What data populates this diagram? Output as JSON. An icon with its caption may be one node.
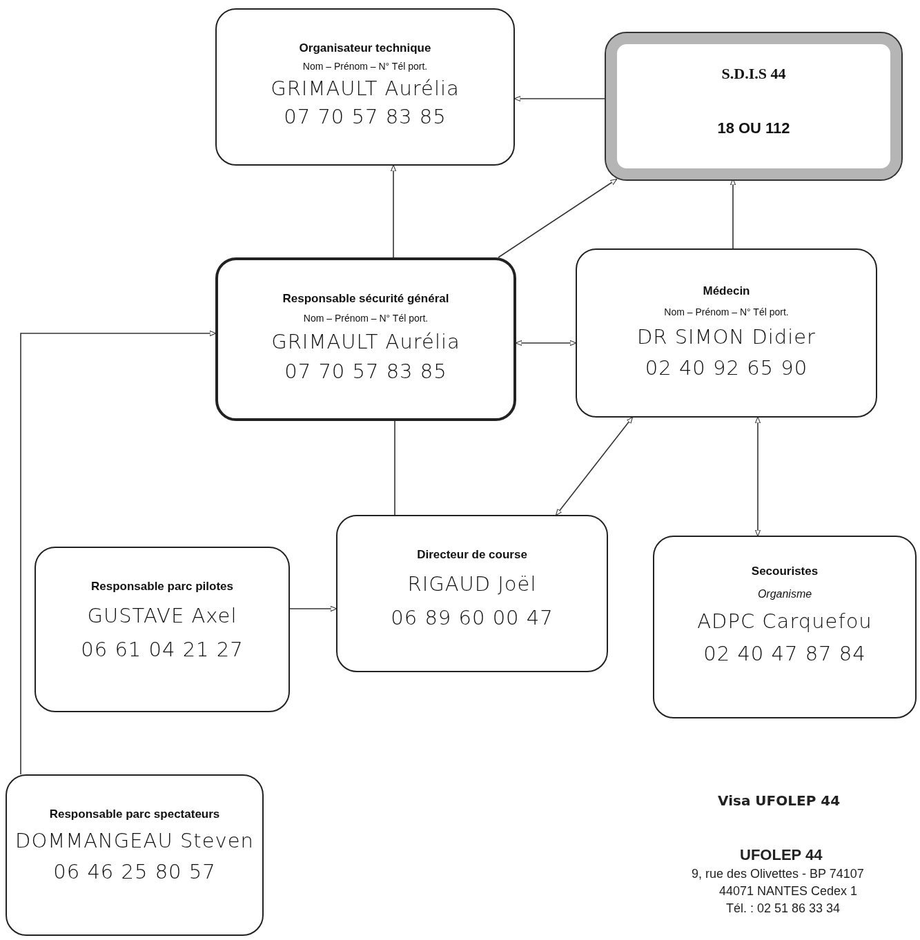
{
  "diagram": {
    "nodes": [
      {
        "text": [
          "Organisateur technique",
          "Nom – Prénom – N° Tél port.",
          "GRIMAULT Aurélia",
          "07 70 57 83 85"
        ]
      },
      {
        "text": [
          "S.D.I.S 44",
          "18 OU 112"
        ]
      },
      {
        "text": [
          "Responsable sécurité général",
          "Nom – Prénom – N° Tél port.",
          "GRIMAULT Aurélia",
          "07 70 57 83 85"
        ]
      },
      {
        "text": [
          "Médecin",
          "Nom – Prénom – N° Tél port.",
          "DR SIMON Didier",
          "02 40 92 65 90"
        ]
      },
      {
        "text": [
          "Directeur de course",
          "RIGAUD Joël",
          "06 89 60 00 47"
        ]
      },
      {
        "text": [
          "Responsable parc pilotes",
          "GUSTAVE Axel",
          "06 61 04 21 27"
        ]
      },
      {
        "text": [
          "Secouristes",
          "Organisme",
          "ADPC Carquefou",
          "02 40 47 87 84"
        ]
      },
      {
        "text": [
          "Responsable parc spectateurs",
          "DOMMANGEAU Steven",
          "06 46 25 80 57"
        ]
      }
    ],
    "edges": [
      {
        "from": 1,
        "to": 0,
        "arrow": "to"
      },
      {
        "from": 2,
        "to": 0,
        "arrow": "to"
      },
      {
        "from": 2,
        "to": 1,
        "arrow": "to"
      },
      {
        "from": 3,
        "to": 1,
        "arrow": "to"
      },
      {
        "from": 2,
        "to": 3,
        "arrow": "both"
      },
      {
        "from": 4,
        "to": 2,
        "arrow": "none"
      },
      {
        "from": 3,
        "to": 4,
        "arrow": "both"
      },
      {
        "from": 3,
        "to": 6,
        "arrow": "both"
      },
      {
        "from": 5,
        "to": 4,
        "arrow": "to"
      },
      {
        "from": 7,
        "to": 2,
        "arrow": "to"
      }
    ],
    "labels": [
      "Visa UFOLEP 44",
      "UFOLEP 44",
      "9, rue des Olivettes - BP 74107",
      "44071 NANTES Cedex 1",
      "Tél. : 02 51 86 33 34"
    ]
  }
}
